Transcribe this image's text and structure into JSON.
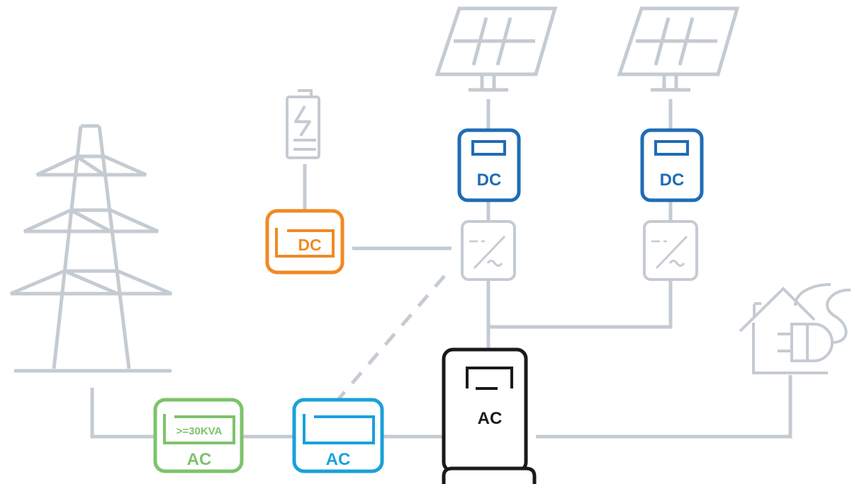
{
  "labels": {
    "battery_meter": "DC",
    "pv_meter_1": "DC",
    "pv_meter_2": "DC",
    "grid_meter_rating": ">=30KVA",
    "grid_meter": "AC",
    "inverter_meter": "AC",
    "main_cabinet": "AC"
  },
  "colors": {
    "line": "#c5cbd2",
    "battery_meter": "#f08a24",
    "pv_meter": "#1f6cb6",
    "grid_meter": "#7dc36b",
    "inverter_meter": "#1aa1d9",
    "main_cabinet": "#1a1a1a"
  }
}
